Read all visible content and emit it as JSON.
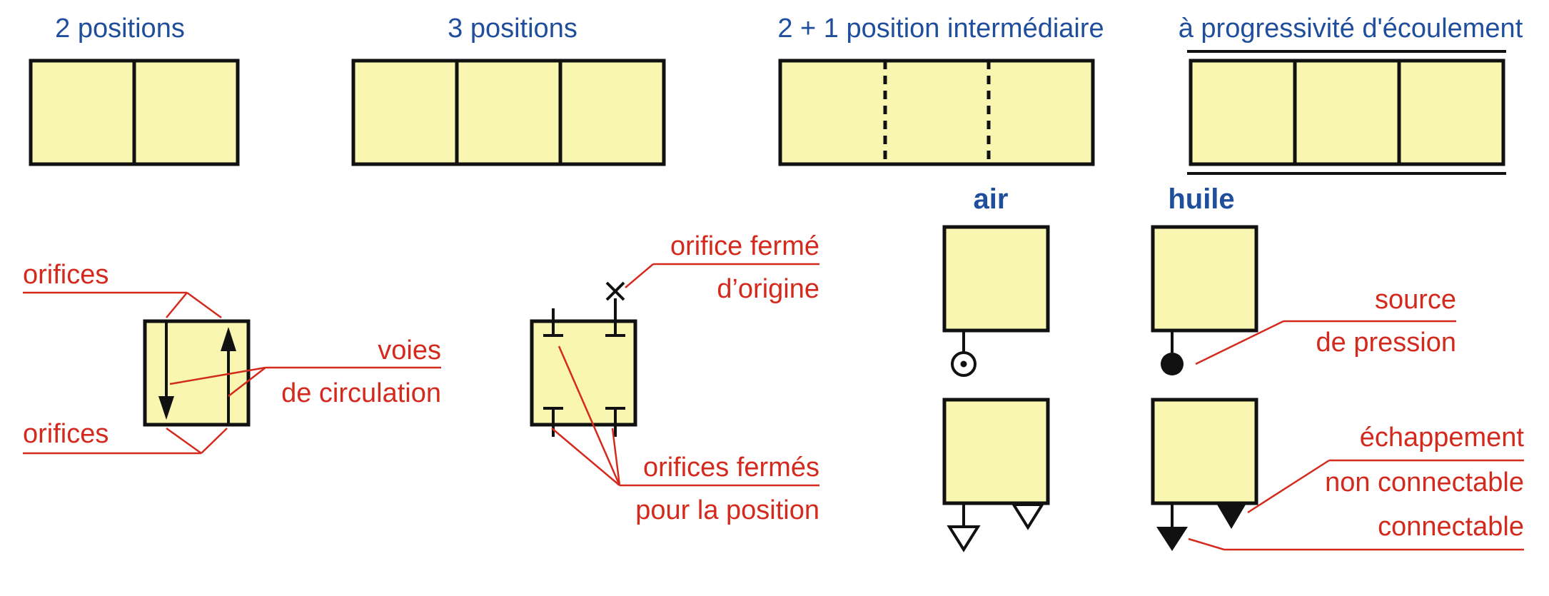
{
  "titles": {
    "two_positions": "2 positions",
    "three_positions": "3 positions",
    "two_plus_one": "2 + 1 position intermédiaire",
    "progressive": "à progressivité d'écoulement",
    "air": "air",
    "oil": "huile"
  },
  "labels": {
    "orifices_top": "orifices",
    "orifices_bottom": "orifices",
    "ways_line1": "voies",
    "ways_line2": "de circulation",
    "closed_origin_line1": "orifice fermé",
    "closed_origin_line2": "d’origine",
    "closed_position_line1": "orifices fermés",
    "closed_position_line2": "pour la position",
    "pressure_line1": "source",
    "pressure_line2": "de pression",
    "exhaust": "échappement",
    "non_connectable": "non connectable",
    "connectable": "connectable"
  },
  "colors": {
    "title_blue": "#1f4e9c",
    "label_red": "#d42a1e",
    "box_fill": "#f8f6b0",
    "stroke": "#111111"
  }
}
